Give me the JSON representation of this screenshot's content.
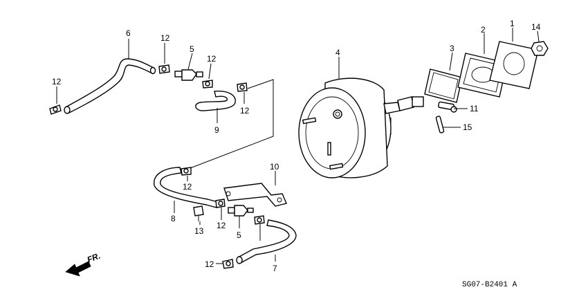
{
  "diagram_code": "SG07-B2401 A",
  "direction_label": "FR.",
  "callouts": {
    "c1": "1",
    "c2": "2",
    "c3": "3",
    "c4": "4",
    "c5a": "5",
    "c5b": "5",
    "c6": "6",
    "c7": "7",
    "c8": "8",
    "c9": "9",
    "c10": "10",
    "c11": "11",
    "c13": "13",
    "c14": "14",
    "c15": "15",
    "c12a": "12",
    "c12b": "12",
    "c12c": "12",
    "c12d": "12",
    "c12e": "12",
    "c12f": "12",
    "c12g": "12"
  }
}
